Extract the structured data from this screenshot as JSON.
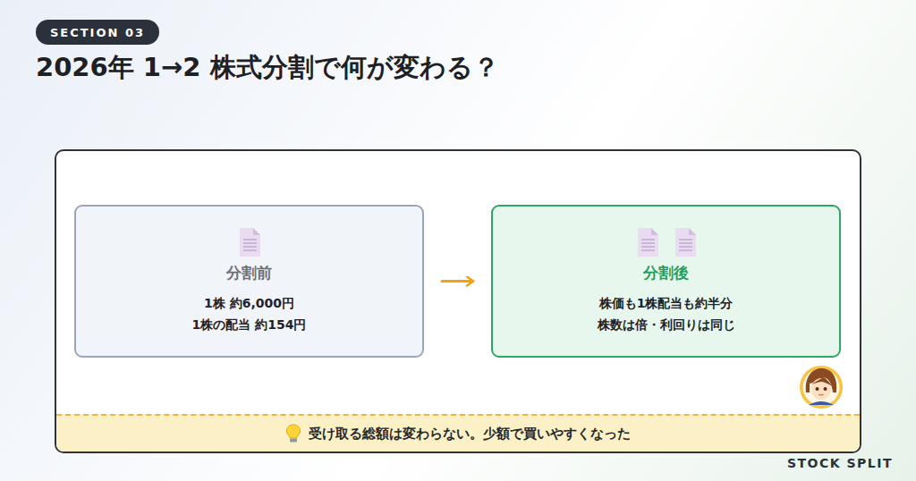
{
  "diagram": {
    "title": "2026年 1→2 株式分割で何が変わる？",
    "nodes": [
      {
        "text": [
          "SECTION 03"
        ]
      },
      {
        "text": [
          "分割前",
          "1株 約6,000円",
          "1株の配当 約154円"
        ]
      },
      {
        "text": [
          "分割後",
          "株価も1株配当も約半分",
          "株数は倍・利回りは同じ"
        ]
      },
      {
        "text": [
          "受け取る総額は変わらない。少額で買いやすくなった"
        ]
      }
    ],
    "edges": [
      {
        "from": 1,
        "to": 2,
        "arrow": "to"
      }
    ],
    "labels": [
      "STOCK SPLIT"
    ]
  }
}
